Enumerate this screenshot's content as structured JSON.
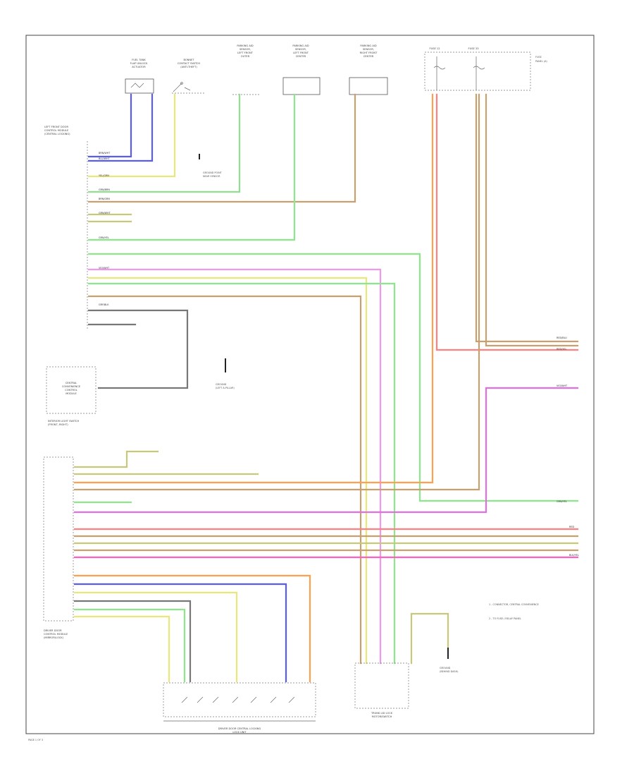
{
  "components": {
    "fuel_tank_flap": [
      "FUEL TANK",
      "FLAP UNLOCK",
      "ACTUATOR"
    ],
    "bonnet_switch": [
      "BONNET",
      "CONTACT SWITCH",
      "(ANTI-THEFT)"
    ],
    "parking_sensor_lf": [
      "PARKING AID",
      "SENSOR,",
      "LEFT FRONT",
      "OUTER"
    ],
    "parking_sensor_lf_center": [
      "PARKING AID",
      "SENSOR,",
      "LEFT FRONT",
      "CENTER"
    ],
    "parking_sensor_rf_center": [
      "PARKING AID",
      "SENSOR,",
      "RIGHT FRONT",
      "CENTER"
    ],
    "fuse_a": "FUSE 12",
    "fuse_b": "FUSE 33",
    "left_module": [
      "LEFT FRONT DOOR",
      "CONTROL MODULE",
      "(CENTRAL LOCKING)"
    ],
    "central_convenience": [
      "CENTRAL",
      "CONVENIENCE",
      "CONTROL",
      "MODULE"
    ],
    "interior_light_switch": [
      "INTERIOR LIGHT SWITCH",
      "(FRONT, RIGHT)"
    ],
    "driver_door_module": [
      "DRIVER DOOR",
      "CONTROL MODULE",
      "(MIRROR/LOCK)"
    ],
    "door_lock_unit": [
      "DRIVER DOOR CENTRAL LOCKING",
      "LOCK UNIT"
    ],
    "trunk_lid_lock": [
      "TRUNK LID LOCK",
      "MOTOR/SWITCH"
    ],
    "ground_note_1": [
      "GROUND POINT",
      "NEAR SENSOR"
    ],
    "ground_note_2": [
      "GROUND",
      "(LEFT A-PILLAR)"
    ],
    "ground_note_3": [
      "GROUND",
      "(BEHIND DASH)"
    ],
    "legend_1": "1 - CONNECTOR, CENTRAL CONVENIENCE",
    "legend_2": "2 - TO FUSE / RELAY PANEL",
    "page_number": "PAGE 1 OF 3"
  },
  "wire_labels": {
    "w1": "BRN/WHT",
    "w2": "BLU/WHT",
    "w3": "YEL/GRN",
    "w4": "GRN/BRN",
    "w5": "BRN/GRN",
    "w6": "GRN/WHT",
    "w7": "GRN/YEL",
    "w8": "VIO/WHT",
    "w9": "GRY/BLK",
    "w10": "RED/BLU",
    "w11": "RED/YEL",
    "w12": "VIO/WHT",
    "w13": "GRN/YEL",
    "w14": "RED",
    "w15": "BLK/YEL"
  },
  "colors": {
    "blue": "#5a5cf0",
    "yellow": "#e8e87a",
    "green": "#8fe08f",
    "tan": "#c8a070",
    "olive": "#c8c87a",
    "lightgreen": "#8ce68c",
    "pink": "#ee99ee",
    "gray": "#777777",
    "red": "#ff8080",
    "orange": "#ffa050",
    "violet": "#e070e0",
    "magenta": "#ff60c0"
  }
}
